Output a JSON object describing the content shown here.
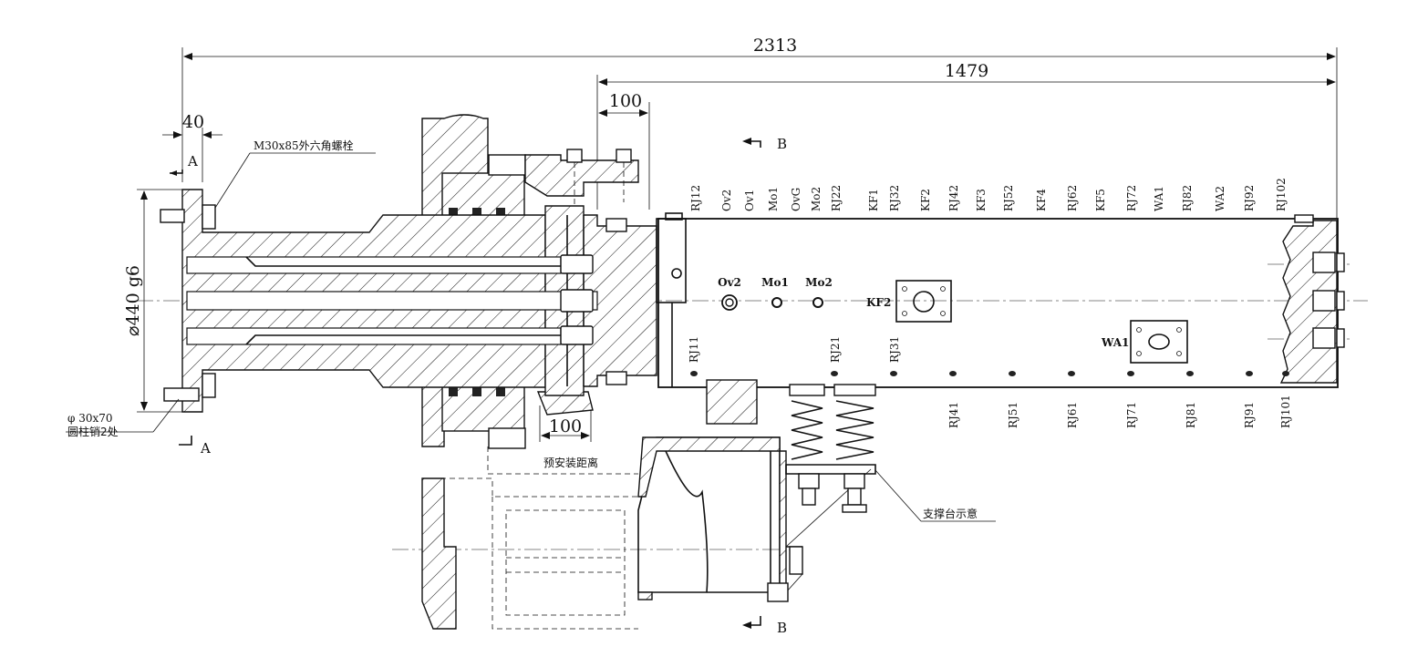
{
  "dimensions": {
    "overall_length": "2313",
    "segment_length": "1479",
    "flange_thickness": "40",
    "shaft_offset": "100",
    "preinstall_offset": "100",
    "diameter": "⌀440 g6"
  },
  "labels": {
    "bolt": "M30x85外六角螺栓",
    "pin_size": "φ 30x70",
    "pin_desc": "圆柱销2处",
    "preinstall": "预安装距离",
    "support": "支撑台示意"
  },
  "section_marks": {
    "a_top": "A",
    "a_bottom": "A",
    "b_top": "B",
    "b_bottom": "B"
  },
  "top_ports": [
    "RJ12",
    "Ov2",
    "Ov1",
    "Mo1",
    "OvG",
    "Mo2",
    "RJ22",
    "KF1",
    "RJ32",
    "KF2",
    "RJ42",
    "KF3",
    "RJ52",
    "KF4",
    "RJ62",
    "KF5",
    "RJ72",
    "WA1",
    "RJ82",
    "WA2",
    "RJ92",
    "RJ102"
  ],
  "bottom_ports": [
    "RJ41",
    "RJ51",
    "RJ61",
    "RJ71",
    "RJ81",
    "RJ91",
    "RJ101"
  ],
  "side_ports": [
    "RJ11",
    "RJ21",
    "RJ31"
  ],
  "face_ports": [
    "Ov2",
    "Mo1",
    "Mo2"
  ],
  "blocks": [
    "KF2",
    "WA1"
  ]
}
